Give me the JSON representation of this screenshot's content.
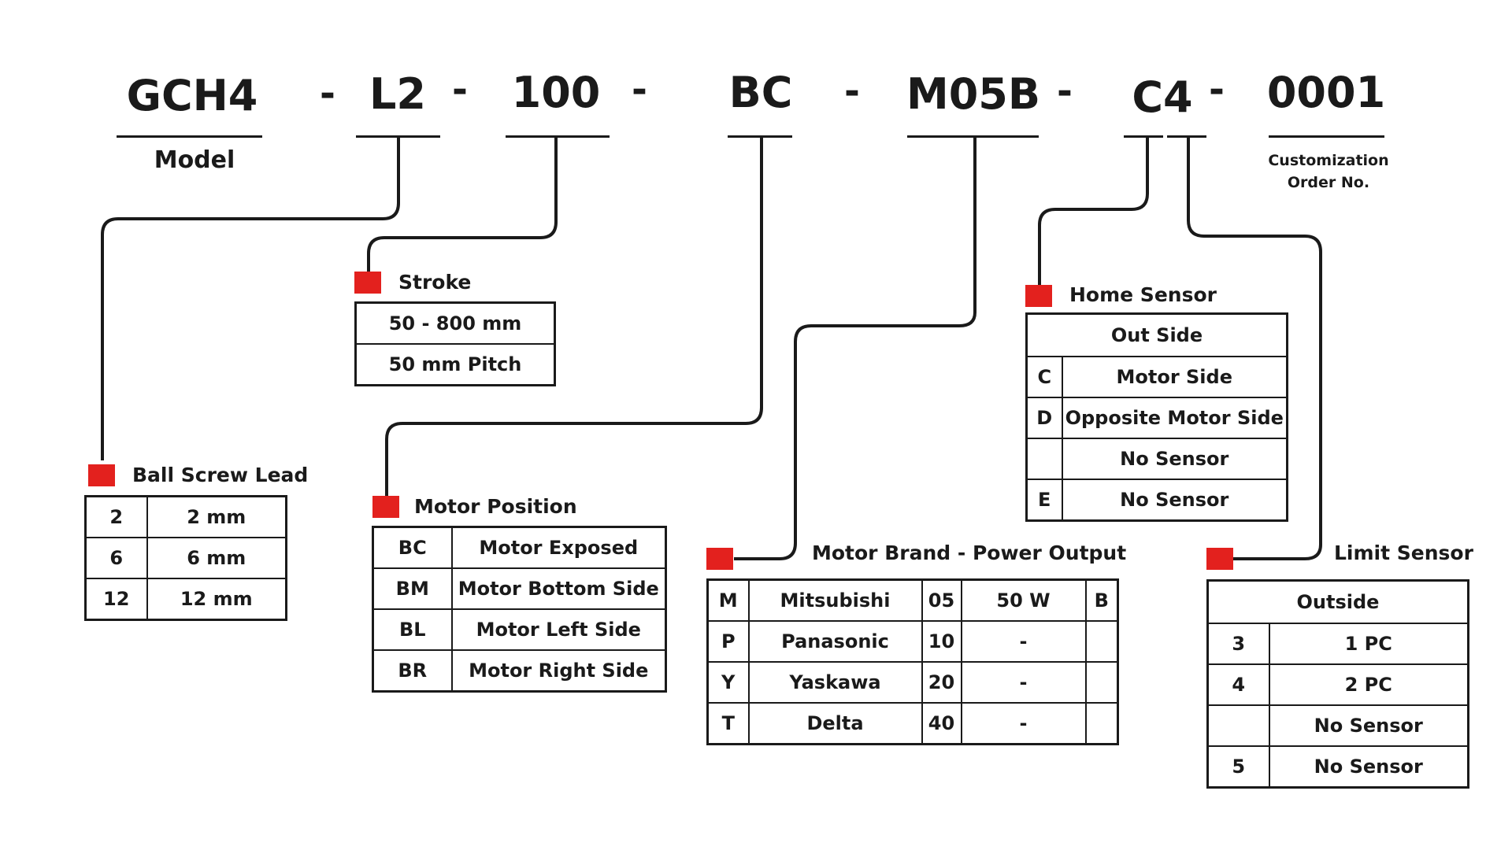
{
  "code_parts": {
    "model": "GCH4",
    "lead": "L2",
    "stroke": "100",
    "motor_position": "BC",
    "motor_brand": "M05B",
    "sensor": "C4",
    "order_no": "0001",
    "separator": "-"
  },
  "captions": {
    "model": "Model",
    "order_line1": "Customization",
    "order_line2": "Order No."
  },
  "ball_screw_lead": {
    "title": "Ball Screw Lead",
    "rows": [
      {
        "code": "2",
        "value": "2 mm"
      },
      {
        "code": "6",
        "value": "6 mm"
      },
      {
        "code": "12",
        "value": "12 mm"
      }
    ]
  },
  "stroke": {
    "title": "Stroke",
    "rows": [
      "50 - 800 mm",
      "50 mm Pitch"
    ]
  },
  "motor_position": {
    "title": "Motor Position",
    "rows": [
      {
        "code": "BC",
        "value": "Motor Exposed"
      },
      {
        "code": "BM",
        "value": "Motor Bottom Side"
      },
      {
        "code": "BL",
        "value": "Motor Left Side"
      },
      {
        "code": "BR",
        "value": "Motor Right Side"
      }
    ]
  },
  "motor_brand": {
    "title": "Motor Brand - Power Output",
    "rows": [
      {
        "code": "M",
        "brand": "Mitsubishi",
        "power_code": "05",
        "power": "50 W",
        "suffix": "B"
      },
      {
        "code": "P",
        "brand": "Panasonic",
        "power_code": "10",
        "power": "-",
        "suffix": ""
      },
      {
        "code": "Y",
        "brand": "Yaskawa",
        "power_code": "20",
        "power": "-",
        "suffix": ""
      },
      {
        "code": "T",
        "brand": "Delta",
        "power_code": "40",
        "power": "-",
        "suffix": ""
      }
    ]
  },
  "home_sensor": {
    "title": "Home Sensor",
    "header": "Out Side",
    "rows": [
      {
        "code": "C",
        "value": "Motor Side"
      },
      {
        "code": "D",
        "value": "Opposite Motor Side"
      },
      {
        "code": "",
        "value": "No Sensor"
      },
      {
        "code": "E",
        "value": "No Sensor"
      }
    ]
  },
  "limit_sensor": {
    "title": "Limit Sensor",
    "header": "Outside",
    "rows": [
      {
        "code": "3",
        "value": "1 PC"
      },
      {
        "code": "4",
        "value": "2 PC"
      },
      {
        "code": "",
        "value": "No Sensor"
      },
      {
        "code": "5",
        "value": "No Sensor"
      }
    ]
  },
  "colors": {
    "marker": "#e3211e",
    "line": "#1a1a1a"
  }
}
